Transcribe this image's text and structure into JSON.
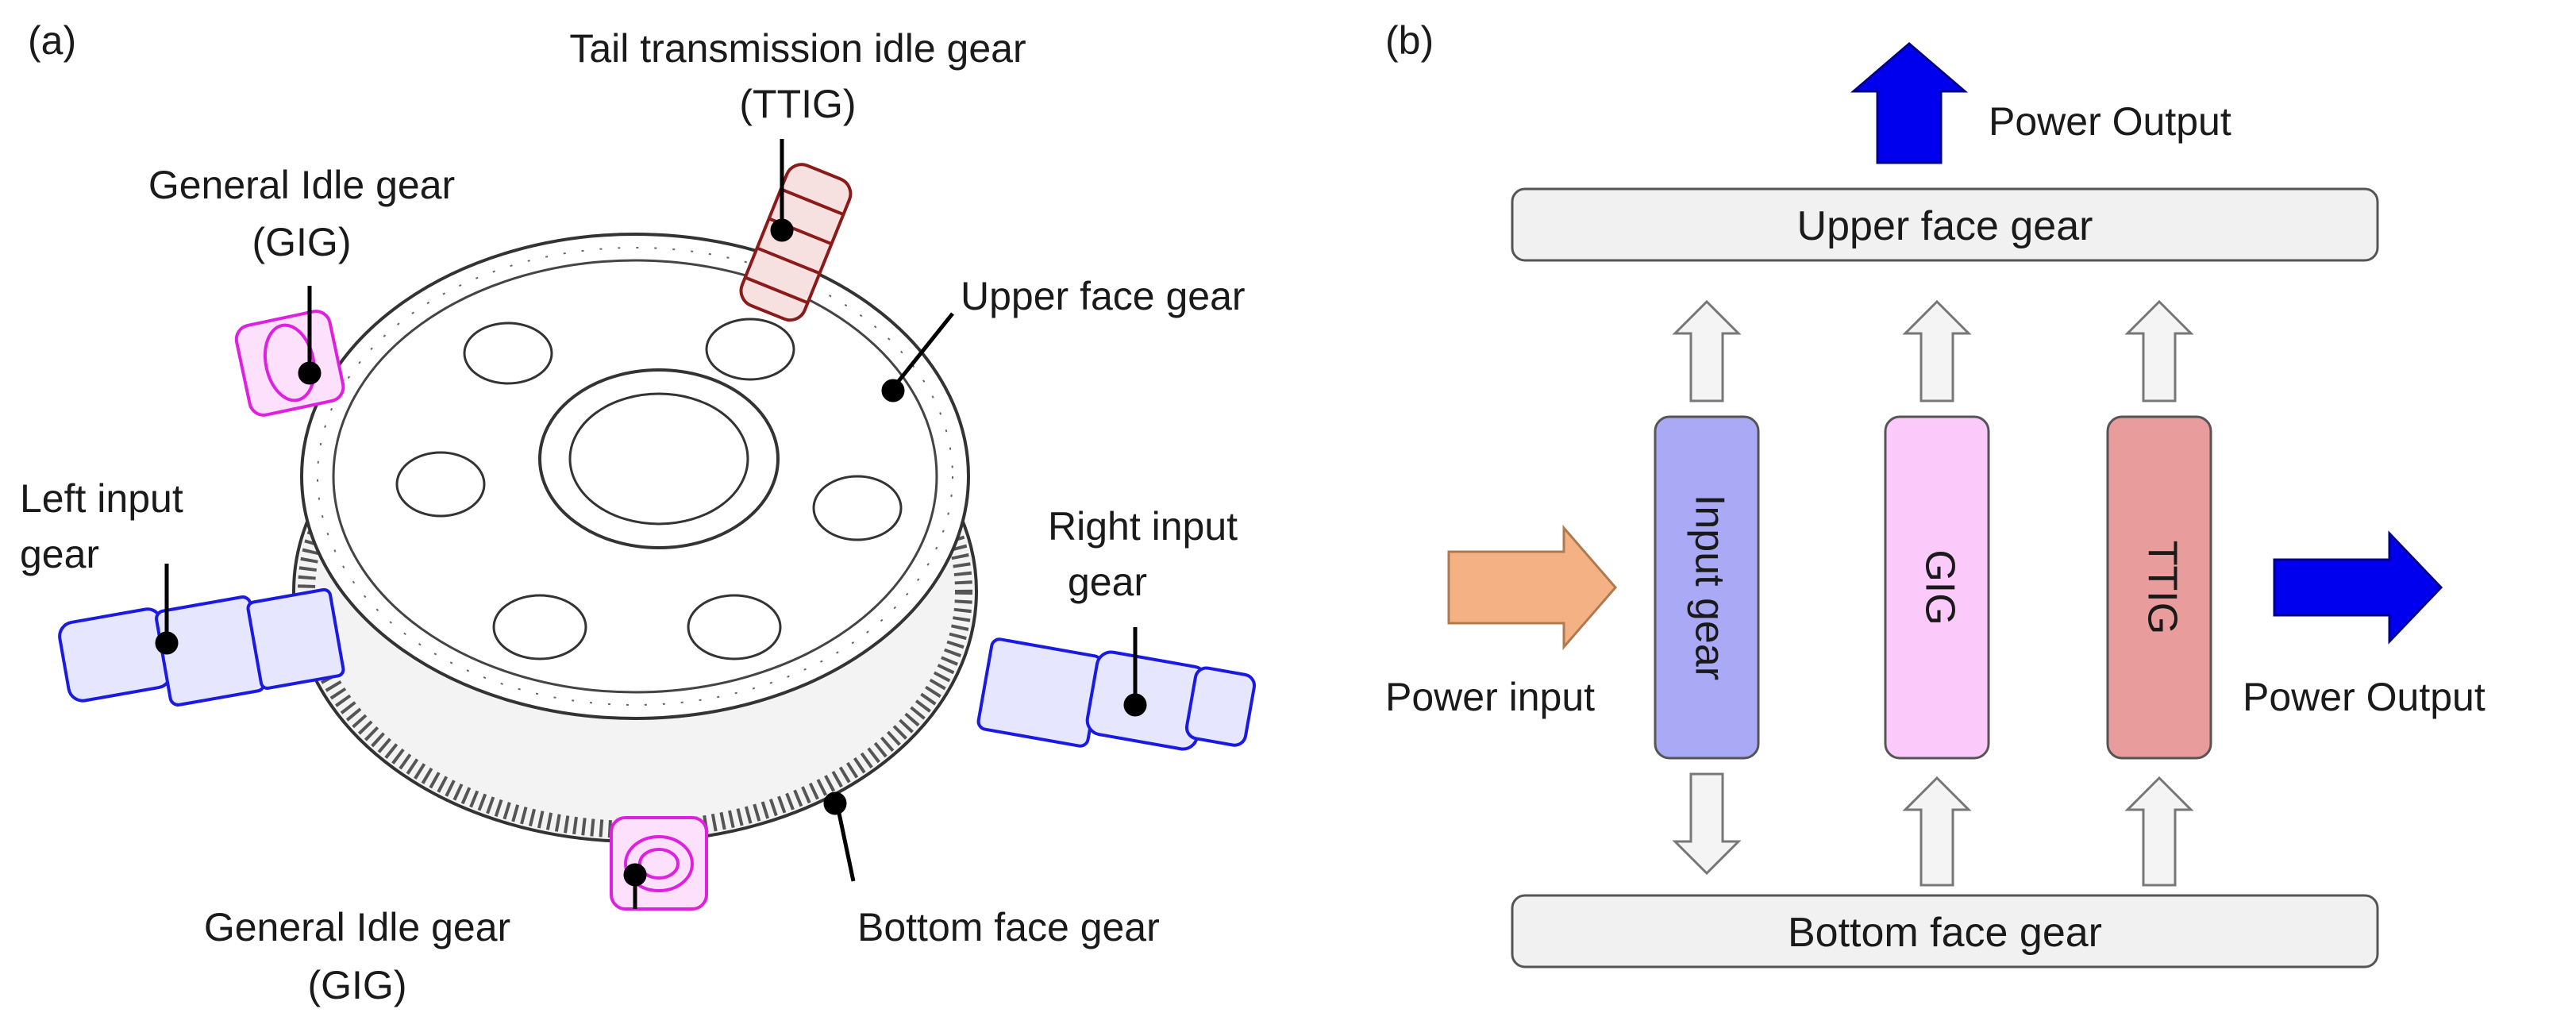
{
  "panel_a": {
    "tag": "(a)",
    "labels": {
      "ttig_line1": "Tail transmission idle gear",
      "ttig_line2": "(TTIG)",
      "gig_top_line1": "General Idle gear",
      "gig_top_line2": "(GIG)",
      "upper_face_gear": "Upper face gear",
      "left_input_line1": "Left input",
      "left_input_line2": "gear",
      "right_input_line1": "Right input",
      "right_input_line2": "gear",
      "gig_bottom_line1": "General Idle gear",
      "gig_bottom_line2": "(GIG)",
      "bottom_face_gear": "Bottom face gear"
    },
    "colors": {
      "ttig": "#8b1a1a",
      "gig": "#e020e0",
      "input": "#1a1ae0",
      "body": "#333333"
    }
  },
  "panel_b": {
    "tag": "(b)",
    "upper_face_gear": "Upper face gear",
    "bottom_face_gear": "Bottom face gear",
    "input_gear": "Input gear",
    "gig": "GIG",
    "ttig": "TTIG",
    "power_input": "Power input",
    "power_output_top": "Power Output",
    "power_output_right": "Power Output",
    "colors": {
      "input_gear": "#a9a9f5",
      "gig": "#fbcafb",
      "ttig": "#e89c9c",
      "face_gear": "#f1f1f1",
      "arrow_input": "#f4b183",
      "arrow_output": "#0000ee",
      "arrow_hollow": "#f4f4f4"
    }
  }
}
